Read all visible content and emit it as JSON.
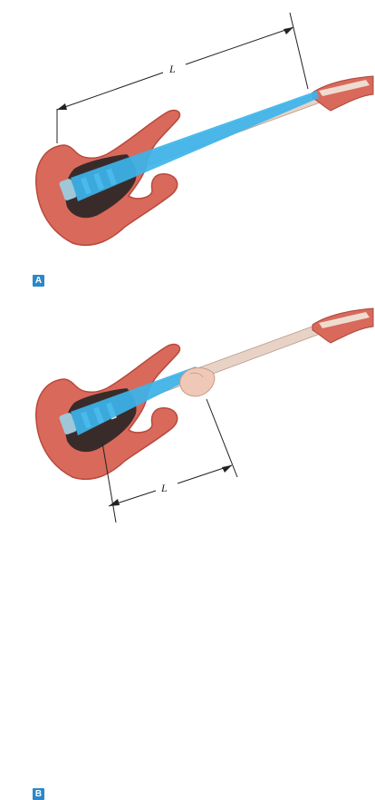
{
  "panels": [
    {
      "label": "A",
      "length_label": "L"
    },
    {
      "label": "B",
      "length_label": "L"
    }
  ],
  "colors": {
    "guitar_body": "#d9695a",
    "guitar_body_shade": "#b8493d",
    "pickguard": "#3a2b2b",
    "neck": "#e8d2c6",
    "string_highlight": "#3cb4ea",
    "finger": "#f0c8b8",
    "badge": "#2a88c9",
    "dimension_line": "#222222"
  },
  "icons": {
    "guitar": "electric-guitar-icon",
    "finger": "fretting-finger-icon"
  }
}
